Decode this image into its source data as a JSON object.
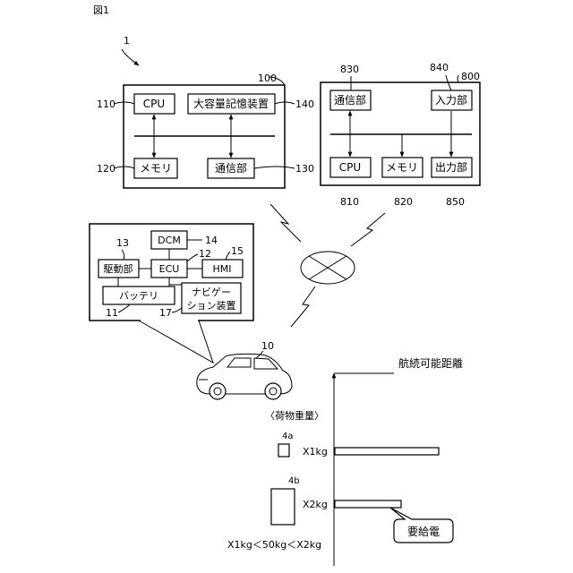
{
  "figure": {
    "label": "図1",
    "ref": "1"
  },
  "server": {
    "ref": "100",
    "cpu": {
      "label": "CPU",
      "ref": "110"
    },
    "memory": {
      "label": "メモリ",
      "ref": "120"
    },
    "storage": {
      "label": "大容量記憶装置",
      "ref": "140"
    },
    "comm": {
      "label": "通信部",
      "ref": "130"
    }
  },
  "terminal": {
    "ref": "800",
    "comm": {
      "label": "通信部",
      "ref": "830"
    },
    "input": {
      "label": "入力部",
      "ref": "840"
    },
    "cpu": {
      "label": "CPU",
      "ref": "810"
    },
    "memory": {
      "label": "メモリ",
      "ref": "820"
    },
    "output": {
      "label": "出力部",
      "ref": "850"
    }
  },
  "vehicle": {
    "ref": "10",
    "dcm": {
      "label": "DCM",
      "ref": "14"
    },
    "drive": {
      "label": "駆動部",
      "ref": "13"
    },
    "ecu": {
      "label": "ECU",
      "ref": "12"
    },
    "hmi": {
      "label": "HMI",
      "ref": "15"
    },
    "battery": {
      "label": "バッテリ",
      "ref": "11"
    },
    "navi": {
      "line1": "ナビゲー",
      "line2": "ション装置",
      "ref": "17"
    }
  },
  "range_graph": {
    "axis_label": "航続可能距離",
    "section_label": "〈荷物重量〉",
    "parcel_a": {
      "ref": "4a",
      "weight_label": "X1kg",
      "range_fraction": 0.97
    },
    "parcel_b": {
      "ref": "4b",
      "weight_label": "X2kg",
      "range_fraction": 0.62
    },
    "callout": "要給電",
    "condition": "X1kg＜50kg＜X2kg"
  }
}
